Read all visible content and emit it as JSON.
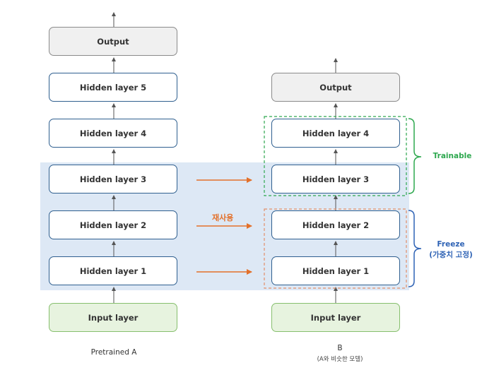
{
  "model_a": {
    "output": "Output",
    "hidden5": "Hidden layer 5",
    "hidden4": "Hidden layer 4",
    "hidden3": "Hidden layer 3",
    "hidden2": "Hidden layer 2",
    "hidden1": "Hidden layer 1",
    "input": "Input layer",
    "caption": "Pretrained A"
  },
  "model_b": {
    "output": "Output",
    "hidden4": "Hidden layer 4",
    "hidden3": "Hidden layer 3",
    "hidden2": "Hidden layer 2",
    "hidden1": "Hidden layer 1",
    "input": "Input layer",
    "caption": "B",
    "subcaption": "(A와 비슷한 모델)"
  },
  "reuse_label": "재사용",
  "trainable_label": "Trainable",
  "freeze_label": "Freeze",
  "freeze_sublabel": "(가중치 고정)",
  "colors": {
    "reuse_arrow": "#e3702a",
    "trainable": "#2ea84f",
    "freeze": "#2f63b5",
    "highlight": "#dde8f5"
  }
}
